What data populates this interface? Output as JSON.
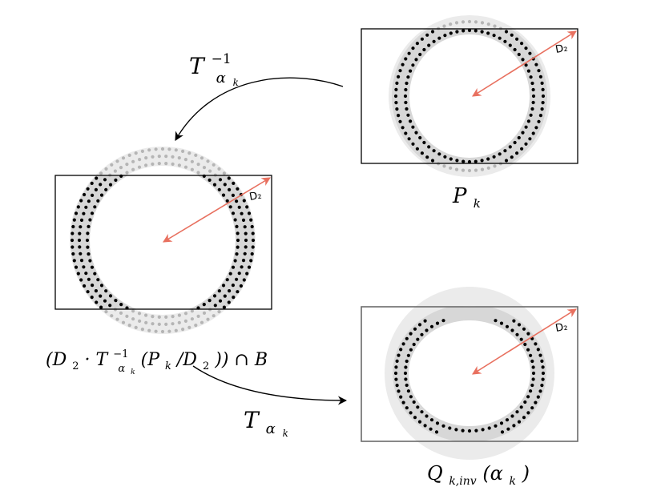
{
  "labels": {
    "inverse_map": {
      "base": "T",
      "sup": "−1",
      "sub": "α",
      "subsub": "k"
    },
    "forward_map": {
      "base": "T",
      "sub": "α",
      "subsub": "k"
    },
    "pk": {
      "base": "P",
      "sub": "k"
    },
    "middle_pre": "(D",
    "middle_sub2a": "2",
    "middle_dot": " · T",
    "middle_sup": "−1",
    "middle_sub_alpha": "α",
    "middle_sub_k": "k",
    "middle_arg": "(P",
    "middle_arg_sub": "k",
    "middle_div": "/D",
    "middle_sub2b": "2",
    "middle_close": ")) ∩ B",
    "qk_base": "Q",
    "qk_sub": "k,inv",
    "qk_arg": "(α",
    "qk_arg_sub": "k",
    "qk_close": ")",
    "radius_label": "D₂"
  },
  "colors": {
    "ring": "#d7d7d7",
    "ring_faded": "#ebebeb",
    "dot": "#000000",
    "dot_faded": "#b5b5b5",
    "radius_arrow": "#e8705f",
    "frame": "#000000",
    "frame_bottom": "#6b6b6b",
    "arrow": "#000000"
  }
}
